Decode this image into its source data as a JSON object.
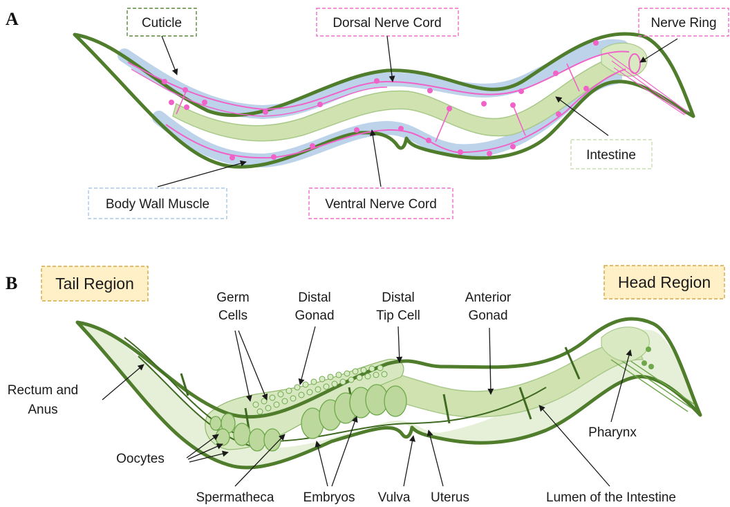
{
  "panels": {
    "a": "A",
    "b": "B"
  },
  "panel_a": {
    "cuticle": "Cuticle",
    "dorsal_nerve_cord": "Dorsal Nerve Cord",
    "nerve_ring": "Nerve Ring",
    "intestine": "Intestine",
    "body_wall_muscle": "Body Wall Muscle",
    "ventral_nerve_cord": "Ventral Nerve Cord"
  },
  "panel_b": {
    "tail_region": "Tail Region",
    "head_region": "Head Region",
    "germ_cells": [
      "Germ",
      "Cells"
    ],
    "distal_gonad": [
      "Distal",
      "Gonad"
    ],
    "distal_tip_cell": [
      "Distal",
      "Tip Cell"
    ],
    "anterior_gonad": [
      "Anterior",
      "Gonad"
    ],
    "rectum_and_anus": [
      "Rectum and",
      "Anus"
    ],
    "pharynx": "Pharynx",
    "oocytes": "Oocytes",
    "spermatheca": "Spermatheca",
    "embryos": "Embryos",
    "vulva": "Vulva",
    "uterus": "Uterus",
    "lumen": "Lumen of the Intestine"
  },
  "colors": {
    "body_outline": "#4f7d2c",
    "intestine_fill": "#cfe2b0",
    "muscle_fill": "#bcd3ea",
    "nerve": "#f062c8",
    "cuticle_box": "#5a8a3a",
    "nerve_box": "#f06cc8",
    "intestine_box": "#c8ddb0",
    "muscle_box": "#a9c8e6",
    "region_box_fill": "#fff0c8",
    "region_box_stroke": "#d6a740"
  }
}
